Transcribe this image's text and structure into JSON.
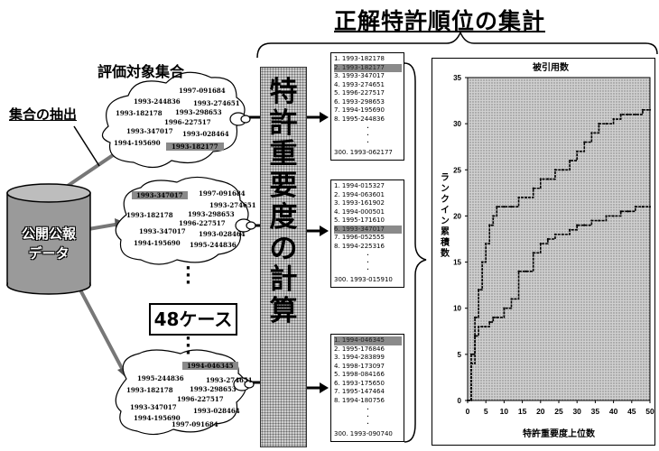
{
  "title": "正解特許順位の集計",
  "evaluation_set_label": "評価対象集合",
  "extraction_label": "集合の抽出",
  "database_label_line1": "公開公報",
  "database_label_line2": "データ",
  "cases_label": "48ケース",
  "calc_label": [
    "特",
    "許",
    "重",
    "要",
    "度",
    "の",
    "計",
    "算"
  ],
  "clouds": [
    {
      "items": [
        "1997-091684",
        "1993-244836",
        "1993-274651",
        "1993-182178",
        "1993-298653",
        "1996-227517",
        "1993-347017",
        "1993-028464",
        "1994-195690",
        "1993-182177"
      ],
      "highlight": "1993-182177"
    },
    {
      "items": [
        "1993-347017",
        "1997-091684",
        "1993-182178",
        "1993-274651",
        "1993-298653",
        "1996-227517",
        "1993-347017",
        "1993-028464",
        "1994-195690",
        "1995-244836"
      ],
      "highlight": "1993-347017"
    },
    {
      "items": [
        "1994-046345",
        "1995-244836",
        "1993-274651",
        "1993-182178",
        "1993-298653",
        "1996-227517",
        "1993-347017",
        "1993-028464",
        "1994-195690",
        "1997-091684"
      ],
      "highlight": "1994-046345"
    }
  ],
  "lists": [
    {
      "rows": [
        "1.  1993-182178",
        "2.  1993-182177",
        "3.  1993-347017",
        "4.  1993-274651",
        "5.  1996-227517",
        "6.  1993-298653",
        "7.  1994-195690",
        "8.  1995-244836"
      ],
      "highlight_index": 1,
      "last": "300. 1993-062177"
    },
    {
      "rows": [
        "1.  1994-015327",
        "2.  1994-063601",
        "3.  1993-161902",
        "4.  1994-000501",
        "5.  1995-171610",
        "6.  1993-347017",
        "7.  1996-052555",
        "8.  1994-225316"
      ],
      "highlight_index": 5,
      "last": "300. 1993-015910"
    },
    {
      "rows": [
        "1.  1994-046345",
        "2.  1995-176846",
        "3.  1994-283899",
        "4.  1998-173097",
        "5.  1998-084166",
        "6.  1993-175650",
        "7.  1995-147464",
        "8.  1994-180756"
      ],
      "highlight_index": 0,
      "last": "300. 1993-090740"
    }
  ],
  "chart_data": {
    "type": "line",
    "title": "被引用数",
    "xlabel": "特許重要度上位数",
    "ylabel": "ランクイン累積数",
    "xlim": [
      0,
      50
    ],
    "ylim": [
      0,
      35
    ],
    "xticks": [
      0,
      5,
      10,
      15,
      20,
      25,
      30,
      35,
      40,
      45,
      50
    ],
    "yticks": [
      0,
      5,
      10,
      15,
      20,
      25,
      30,
      35
    ],
    "grid": false,
    "series": [
      {
        "x": [
          0,
          1,
          2,
          3,
          4,
          5,
          6,
          7,
          8,
          10,
          12,
          14,
          16,
          18,
          20,
          22,
          24,
          26,
          28,
          30,
          32,
          34,
          36,
          38,
          40,
          42,
          44,
          46,
          48,
          50
        ],
        "values": [
          0,
          5,
          9,
          12,
          15,
          17,
          19,
          20,
          21,
          21,
          21,
          22,
          22,
          23,
          24,
          24,
          25,
          25,
          26,
          27,
          28,
          29,
          30,
          30,
          30.5,
          31,
          31,
          31,
          31.5,
          31.5
        ],
        "color": "#000000"
      },
      {
        "x": [
          0,
          1,
          2,
          3,
          4,
          5,
          6,
          7,
          8,
          10,
          12,
          14,
          16,
          18,
          20,
          22,
          24,
          26,
          28,
          30,
          32,
          34,
          36,
          38,
          40,
          42,
          44,
          46,
          48,
          50
        ],
        "values": [
          0,
          4,
          7,
          8,
          8,
          8,
          8.5,
          9,
          9,
          10,
          11,
          14,
          14,
          16,
          17,
          17.5,
          18,
          18,
          18.5,
          19,
          19,
          19.5,
          19.5,
          20,
          20,
          20.5,
          20.5,
          21,
          21,
          21
        ],
        "color": "#000000"
      }
    ]
  }
}
